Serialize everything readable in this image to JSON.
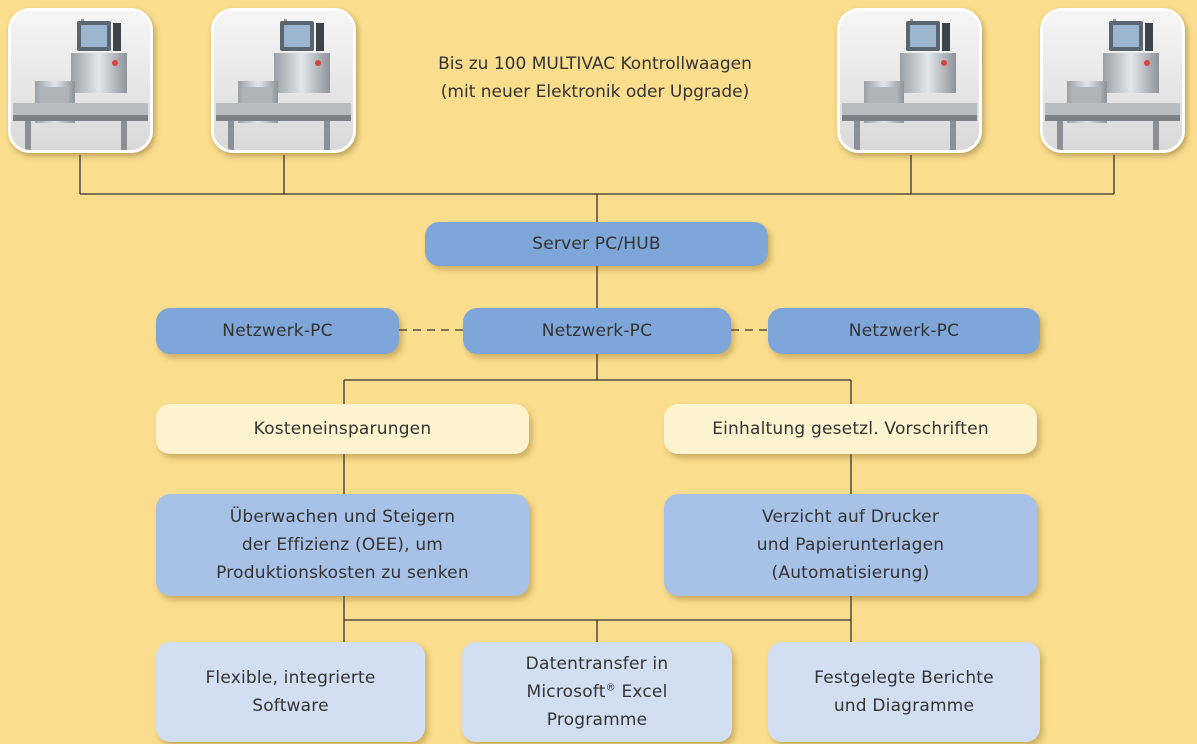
{
  "header": {
    "line1": "Bis zu 100 MULTIVAC Kontrollwaagen",
    "line2": "(mit neuer Elektronik oder Upgrade)"
  },
  "machines": [
    {
      "icon": "checkweigher-machine-icon"
    },
    {
      "icon": "checkweigher-machine-icon"
    },
    {
      "icon": "checkweigher-machine-icon"
    },
    {
      "icon": "checkweigher-machine-icon"
    }
  ],
  "server": {
    "label": "Server PC/HUB"
  },
  "network_pcs": [
    {
      "label": "Netzwerk-PC"
    },
    {
      "label": "Netzwerk-PC"
    },
    {
      "label": "Netzwerk-PC"
    }
  ],
  "goals": [
    {
      "label": "Kosteneinsparungen"
    },
    {
      "label": "Einhaltung gesetzl. Vorschriften"
    }
  ],
  "benefits": [
    {
      "label": "Überwachen und Steigern\nder Effizienz (OEE), um\nProduktionskosten zu senken"
    },
    {
      "label": "Verzicht auf Drucker\nund Papierunterlagen\n(Automatisierung)"
    }
  ],
  "features": [
    {
      "label": "Flexible, integrierte\nSoftware"
    },
    {
      "line1": "Datentransfer in",
      "line2a": "Microsoft",
      "reg": "®",
      "line2b": " Excel",
      "line3": "Programme"
    },
    {
      "label": "Festgelegte Berichte\nund Diagramme"
    }
  ],
  "colors": {
    "background": "#fbdd8e",
    "server_blue": "#7ea6d9",
    "benefit_blue": "#a8c1e6",
    "feature_blue": "#d2def2",
    "goal_cream": "#fdf3cf",
    "connector": "#333333"
  }
}
